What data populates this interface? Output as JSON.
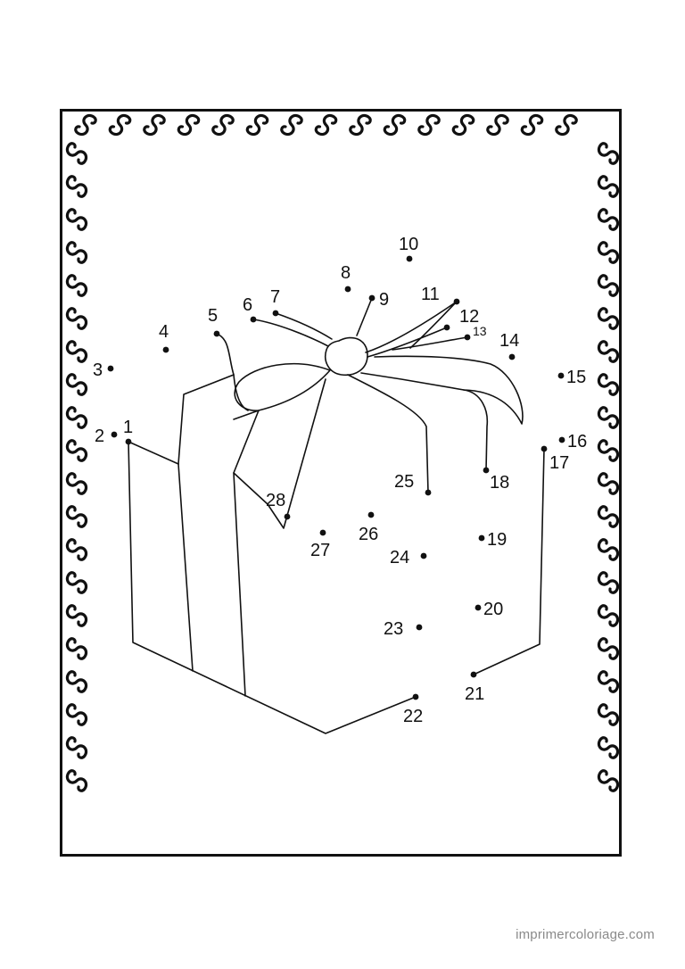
{
  "worksheet": {
    "watermark": "imprimercoloriage.com",
    "dots": [
      {
        "n": "1"
      },
      {
        "n": "2"
      },
      {
        "n": "3"
      },
      {
        "n": "4"
      },
      {
        "n": "5"
      },
      {
        "n": "6"
      },
      {
        "n": "7"
      },
      {
        "n": "8"
      },
      {
        "n": "9"
      },
      {
        "n": "10"
      },
      {
        "n": "11"
      },
      {
        "n": "12"
      },
      {
        "n": "13"
      },
      {
        "n": "14"
      },
      {
        "n": "15"
      },
      {
        "n": "16"
      },
      {
        "n": "17"
      },
      {
        "n": "18"
      },
      {
        "n": "19"
      },
      {
        "n": "20"
      },
      {
        "n": "21"
      },
      {
        "n": "22"
      },
      {
        "n": "23"
      },
      {
        "n": "24"
      },
      {
        "n": "25"
      },
      {
        "n": "26"
      },
      {
        "n": "27"
      },
      {
        "n": "28"
      }
    ],
    "colors": {
      "ink": "#111111",
      "watermark": "#8a8a8a",
      "paper": "#ffffff"
    }
  }
}
